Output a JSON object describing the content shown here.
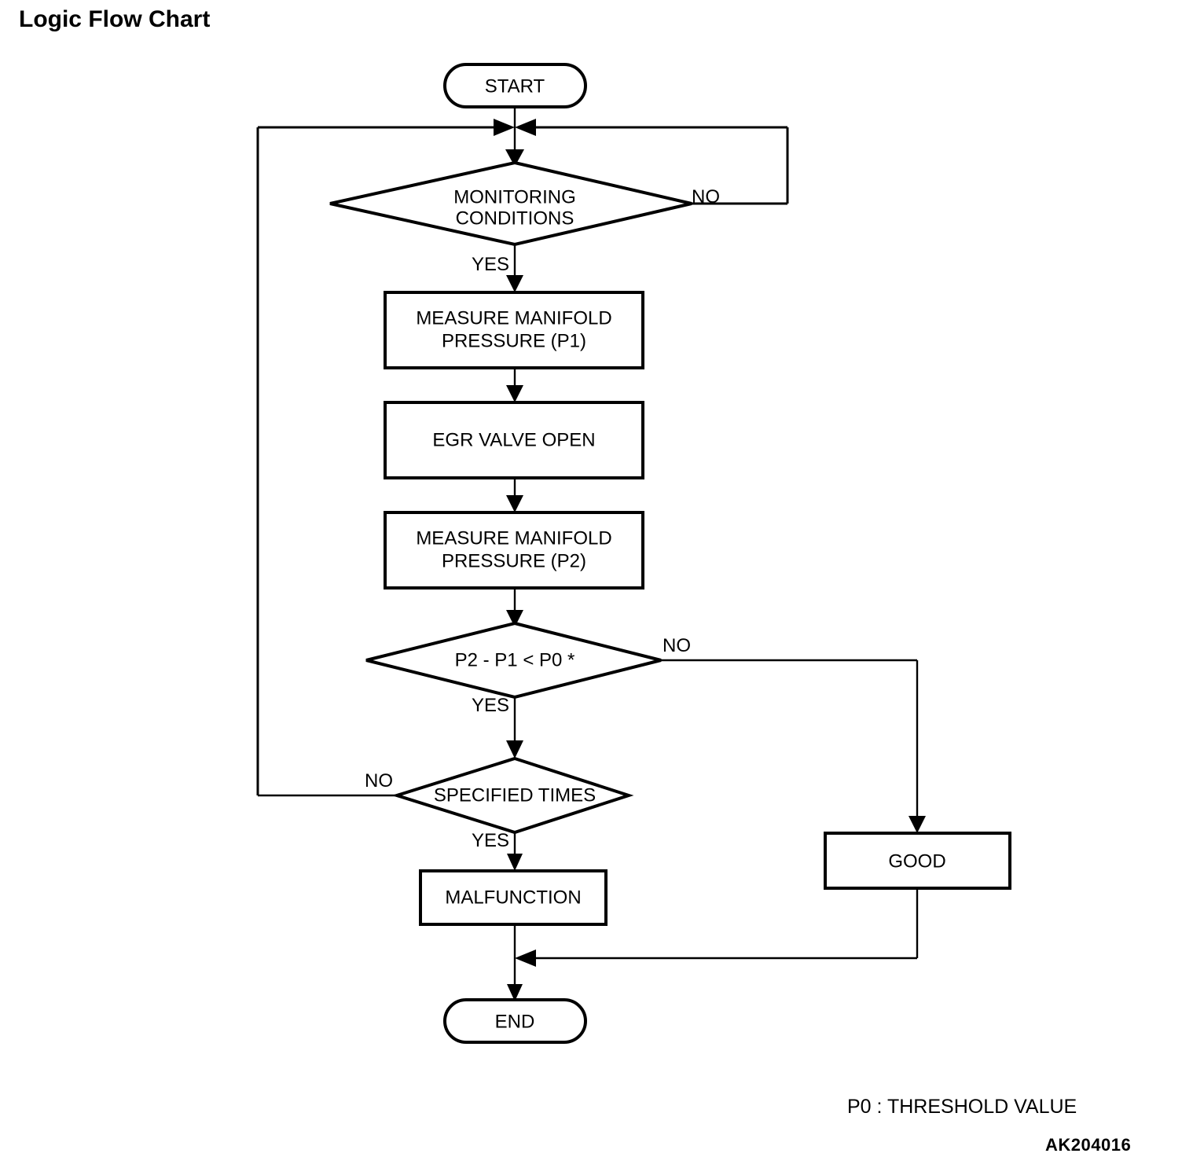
{
  "page": {
    "title": "Logic Flow Chart",
    "footnote": "P0  : THRESHOLD VALUE",
    "figure_code": "AK204016"
  },
  "chart_data": {
    "type": "diagram",
    "diagram_kind": "flowchart",
    "title": "Logic Flow Chart",
    "nodes": [
      {
        "id": "start",
        "shape": "terminator",
        "label": "START"
      },
      {
        "id": "monitoring",
        "shape": "decision",
        "label": "MONITORING\nCONDITIONS",
        "line1": "MONITORING",
        "line2": "CONDITIONS"
      },
      {
        "id": "measure_p1",
        "shape": "process",
        "label": "MEASURE MANIFOLD PRESSURE (P1)",
        "line1": "MEASURE MANIFOLD",
        "line2": "PRESSURE (P1)"
      },
      {
        "id": "egr_open",
        "shape": "process",
        "label": "EGR VALVE OPEN",
        "line1": "EGR VALVE OPEN",
        "line2": ""
      },
      {
        "id": "measure_p2",
        "shape": "process",
        "label": "MEASURE MANIFOLD PRESSURE (P2)",
        "line1": "MEASURE MANIFOLD",
        "line2": "PRESSURE (P2)"
      },
      {
        "id": "compare",
        "shape": "decision",
        "label": "P2 - P1 < P0 *",
        "line1": "P2 - P1 < P0 *",
        "line2": ""
      },
      {
        "id": "specified_times",
        "shape": "decision",
        "label": "SPECIFIED TIMES",
        "line1": "SPECIFIED TIMES",
        "line2": ""
      },
      {
        "id": "malfunction",
        "shape": "process",
        "label": "MALFUNCTION",
        "line1": "MALFUNCTION",
        "line2": ""
      },
      {
        "id": "good",
        "shape": "process",
        "label": "GOOD",
        "line1": "GOOD",
        "line2": ""
      },
      {
        "id": "end",
        "shape": "terminator",
        "label": "END"
      }
    ],
    "edges": [
      {
        "from": "start",
        "to": "monitoring",
        "label": ""
      },
      {
        "from": "monitoring",
        "to": "measure_p1",
        "label": "YES"
      },
      {
        "from": "monitoring",
        "to": "monitoring",
        "label": "NO"
      },
      {
        "from": "measure_p1",
        "to": "egr_open",
        "label": ""
      },
      {
        "from": "egr_open",
        "to": "measure_p2",
        "label": ""
      },
      {
        "from": "measure_p2",
        "to": "compare",
        "label": ""
      },
      {
        "from": "compare",
        "to": "specified_times",
        "label": "YES"
      },
      {
        "from": "compare",
        "to": "good",
        "label": "NO"
      },
      {
        "from": "specified_times",
        "to": "malfunction",
        "label": "YES"
      },
      {
        "from": "specified_times",
        "to": "monitoring",
        "label": "NO"
      },
      {
        "from": "malfunction",
        "to": "end",
        "label": ""
      },
      {
        "from": "good",
        "to": "end",
        "label": ""
      }
    ],
    "edge_labels": {
      "monitoring_no": "NO",
      "monitoring_yes": "YES",
      "compare_no": "NO",
      "compare_yes": "YES",
      "specified_no": "NO",
      "specified_yes": "YES"
    },
    "legend": "P0  : THRESHOLD VALUE"
  },
  "colors": {
    "stroke": "#000000",
    "fill": "#ffffff",
    "background": "#ffffff"
  }
}
